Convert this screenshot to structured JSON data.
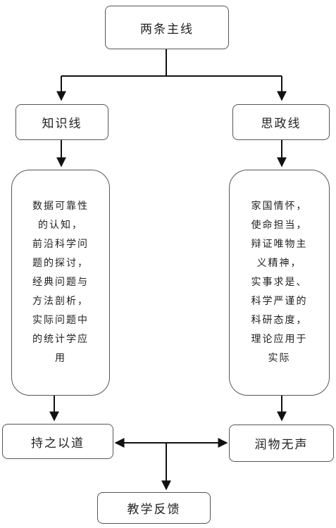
{
  "nodes": {
    "top": "两条主线",
    "knowledge": "知识线",
    "ideology": "思政线",
    "knowledge_detail": [
      "数据可靠性",
      "的认知，",
      "前沿科学问",
      "题的探讨，",
      "经典问题与",
      "方法剖析，",
      "实际问题中",
      "的统计学应",
      "用"
    ],
    "ideology_detail": [
      "家国情怀，",
      "使命担当，",
      "辩证唯物主",
      "义精神，",
      "实事求是、",
      "科学严谨的",
      "科研态度，",
      "理论应用于",
      "实际"
    ],
    "persist": "持之以道",
    "silent": "润物无声",
    "feedback": "教学反馈"
  }
}
